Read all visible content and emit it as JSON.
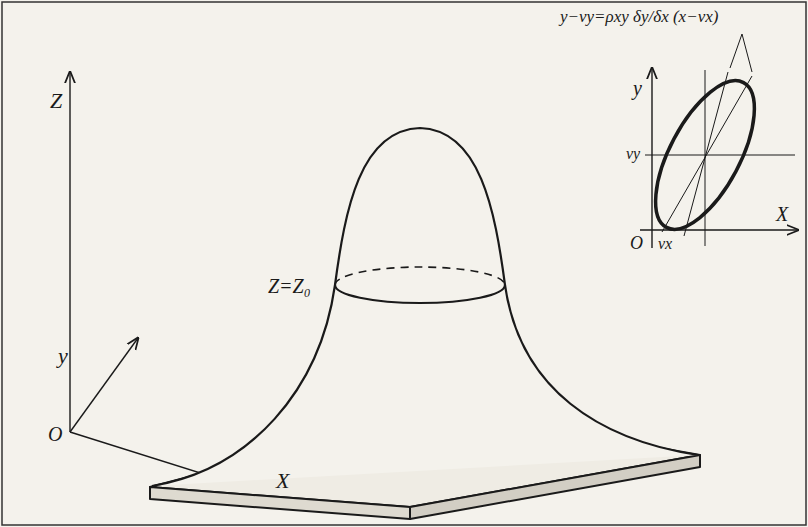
{
  "diagram": {
    "labels": [
      "y−νy=ρxy δy/δx (x−νx)",
      "y",
      "Z",
      "νy",
      "Z=Z₀",
      "y",
      "O",
      "νx",
      "X",
      "O",
      "X"
    ]
  }
}
